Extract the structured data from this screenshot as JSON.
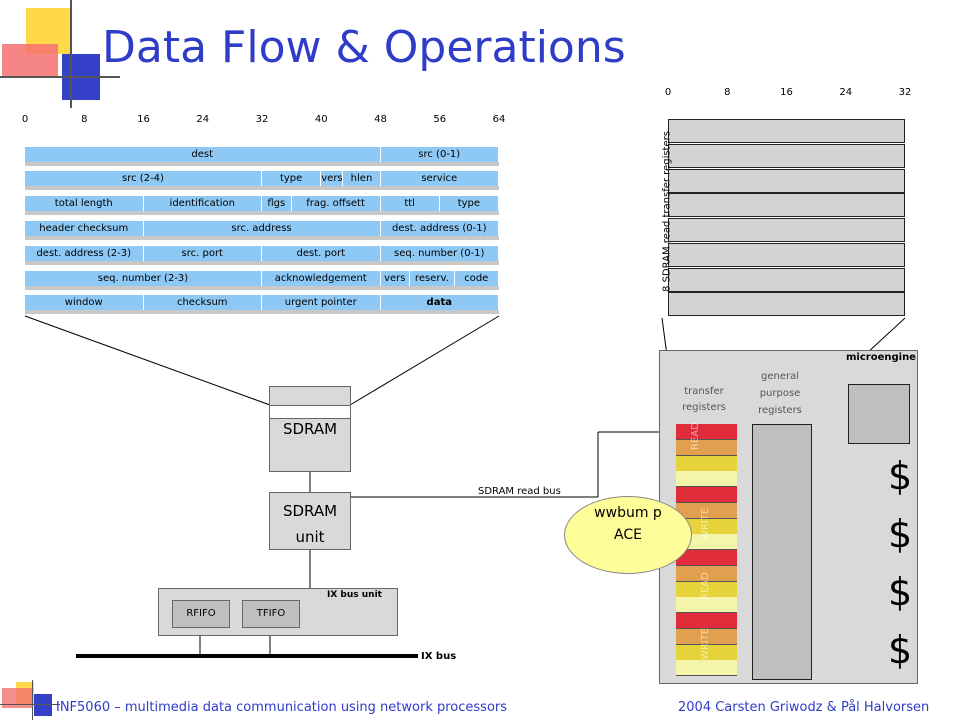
{
  "title": "Data Flow & Operations",
  "top_ticks": [
    "0",
    "8",
    "16",
    "24",
    "32",
    "40",
    "48",
    "56",
    "64"
  ],
  "reg_ticks": [
    "0",
    "8",
    "16",
    "24",
    "32"
  ],
  "header_rows": [
    [
      "dest",
      "src (0-1)"
    ],
    [
      "src (2-4)",
      "type",
      "vers",
      "hlen",
      "service"
    ],
    [
      "total length",
      "identification",
      "flgs",
      "frag. offsett",
      "ttl",
      "type"
    ],
    [
      "header checksum",
      "src. address",
      "dest. address (0-1)"
    ],
    [
      "dest. address (2-3)",
      "src. port",
      "dest. port",
      "seq. number (0-1)"
    ],
    [
      "seq. number (2-3)",
      "acknowledgement",
      "vers",
      "reserv.",
      "code"
    ],
    [
      "window",
      "checksum",
      "urgent pointer",
      "data"
    ]
  ],
  "sdram_label": "SDRAM",
  "sdram_unit_label": "SDRAM unit",
  "sdram_read_bus": "SDRAM read bus",
  "ix_bus_unit": "IX bus unit",
  "rfifo": "RFIFO",
  "tfifo": "TFIFO",
  "ix_bus": "IX bus",
  "read_regs_label": "8 SDRAM read transfer registers",
  "microengine": "microengine",
  "transfer_registers": "transfer registers",
  "general_purpose": "general purpose registers",
  "vert_labels": [
    "READ",
    "WRITE",
    "READ",
    "WRITE"
  ],
  "callout": "wwbum p ACE",
  "footer_left": "INF5060 – multimedia data communication using network processors",
  "footer_right": "2004  Carsten Griwodz & Pål Halvorsen",
  "colors": {
    "title": "#2f3cc8",
    "field": "#8ec8f4",
    "red": "#e02b3a",
    "orange": "#e0a050",
    "yellow": "#e6d23a",
    "callout": "#fffc9a"
  }
}
